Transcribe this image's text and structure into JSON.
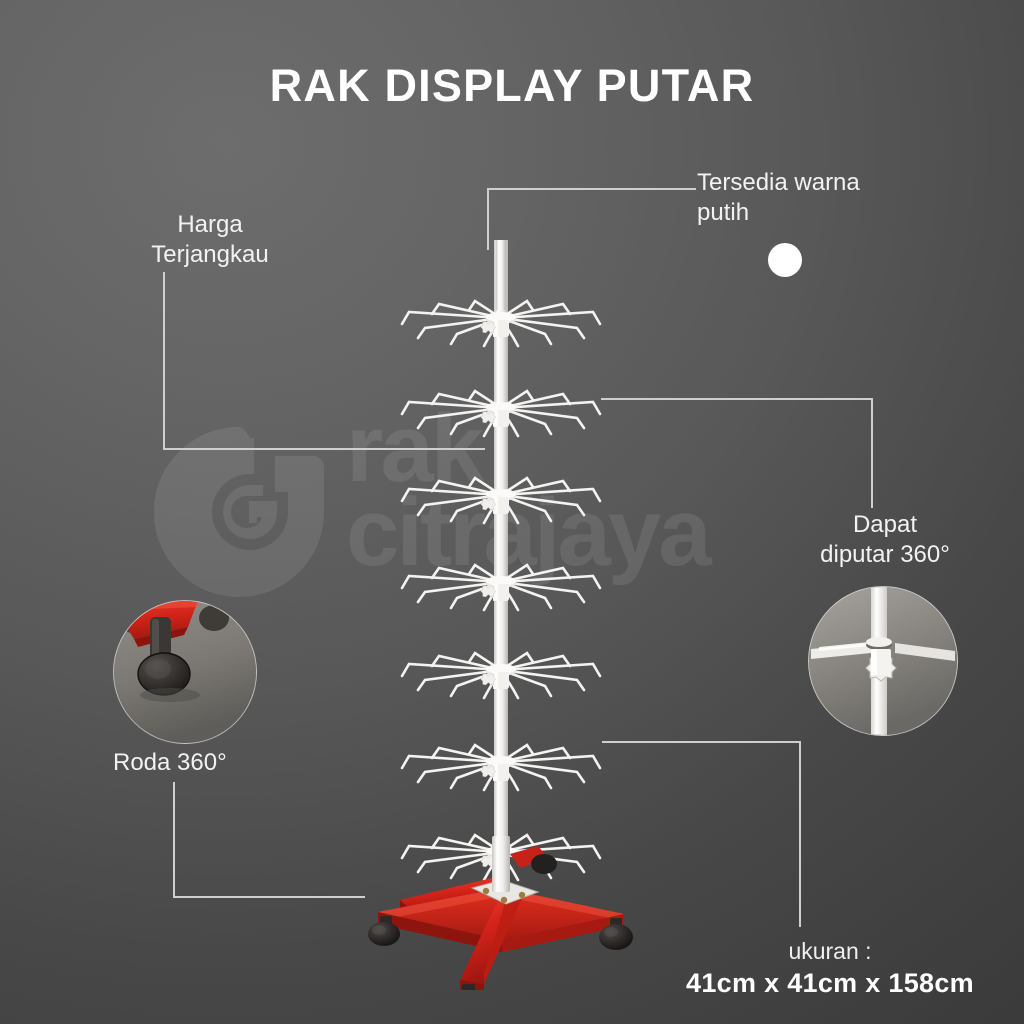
{
  "page": {
    "background_color_light": "#6d6d6d",
    "background_color_dark": "#3b3b3b",
    "title": "RAK DISPLAY PUTAR"
  },
  "watermark": {
    "line1": "rak",
    "line2": "citrajaya",
    "logo_name": "citrajaya-logo-mark"
  },
  "callouts": {
    "tersedia": {
      "text": "Tersedia warna\nputih",
      "swatch_color": "#ffffff"
    },
    "harga": {
      "text": "Harga\nTerjangkau"
    },
    "dapat": {
      "text": "Dapat\ndiputar 360°"
    },
    "roda": {
      "text": "Roda 360°"
    }
  },
  "size": {
    "label": "ukuran :",
    "value": "41cm x 41cm x 158cm"
  },
  "product": {
    "name": "rotating-display-rack",
    "pole_color": "#f2f2f2",
    "base_color": "#d22020",
    "wheel_color": "#2a2a2a",
    "tier_count": 7
  },
  "insets": {
    "roda": {
      "name": "caster-wheel-photo",
      "red_color": "#d9291c",
      "wheel_color": "#2d2b2a",
      "floor_color": "#7e7b76"
    },
    "rotate": {
      "name": "rotating-joint-photo",
      "joint_color": "#f1f0ee",
      "pole_color": "#fafafa"
    }
  },
  "connector_color": "#cfcfcf"
}
